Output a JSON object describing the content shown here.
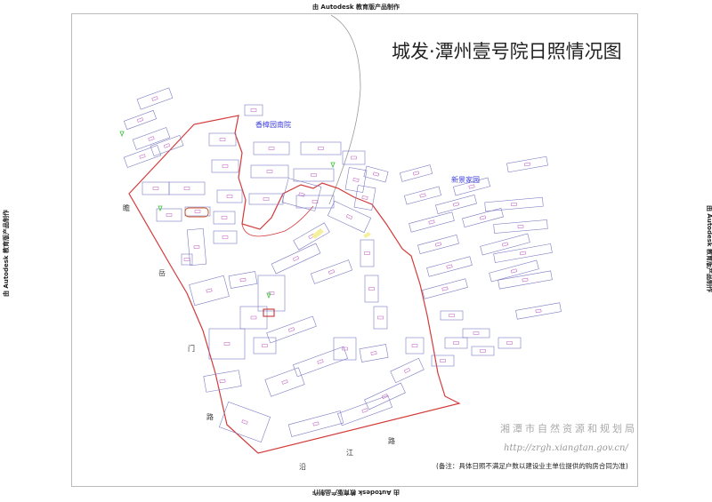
{
  "watermark_edu": "由 Autodesk 教育版产品制作",
  "title": "城发·潭州壹号院日照情况图",
  "areas": {
    "north_compound": "香樟园南院",
    "east_compound": "新景家园"
  },
  "roads": {
    "west": [
      "瞻",
      "岳",
      "门",
      "路"
    ],
    "south": [
      "沿",
      "江",
      "路"
    ]
  },
  "issuer": {
    "org": "湘潭市自然资源和规划局",
    "url": "http://zrgh.xiangtan.gov.cn/"
  },
  "note": "(备注：具体日照不满足户数以建设业主单位提供的购房合同为准)",
  "colors": {
    "boundary": "#d43a3a",
    "building": "#7b7bc4",
    "label": "#b030b0",
    "green": "#3cc43c"
  }
}
